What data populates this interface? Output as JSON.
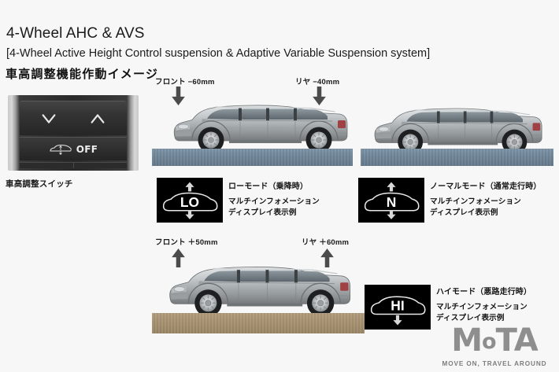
{
  "header": {
    "title": "4-Wheel AHC & AVS",
    "subtitle": "[4-Wheel Active Height Control suspension & Adaptive Variable Suspension system]",
    "jp_heading": "車高調整機能作動イメージ"
  },
  "switch_panel": {
    "down_icon": "chevron-down-icon",
    "up_icon": "chevron-up-icon",
    "vehicle_icon": "vehicle-height-icon",
    "off_label": "OFF",
    "caption": "車高調整スイッチ"
  },
  "scenes": [
    {
      "id": "low-mode-scene",
      "front_label": "フロント −60mm",
      "rear_label": "リヤ −40mm",
      "arrow_direction": "down",
      "ground": "road"
    },
    {
      "id": "normal-mode-scene",
      "front_label": "",
      "rear_label": "",
      "arrow_direction": "none",
      "ground": "road"
    },
    {
      "id": "high-mode-scene",
      "front_label": "フロント ＋50mm",
      "rear_label": "リヤ ＋60mm",
      "arrow_direction": "up",
      "ground": "dirt"
    }
  ],
  "mid_displays": [
    {
      "id": "mid-low",
      "mode_text": "LO",
      "title": "ローモード（乗降時）",
      "note_line1": "マルチインフォメーション",
      "note_line2": "ディスプレイ表示例",
      "arrow_up": true,
      "arrow_down": true
    },
    {
      "id": "mid-normal",
      "mode_text": "N",
      "title": "ノーマルモード（通常走行時）",
      "note_line1": "マルチインフォメーション",
      "note_line2": "ディスプレイ表示例",
      "arrow_up": true,
      "arrow_down": true
    },
    {
      "id": "mid-high",
      "mode_text": "HI",
      "title": "ハイモード（悪路走行時）",
      "note_line1": "マルチインフォメーション",
      "note_line2": "ディスプレイ表示例",
      "arrow_up": false,
      "arrow_down": true
    }
  ],
  "watermark": {
    "logo_m": "M",
    "logo_o": "o",
    "logo_ta": "TA",
    "tagline": "MOVE ON, TRAVEL AROUND"
  },
  "colors": {
    "background": "#f7f7f7",
    "road": "#6f8698",
    "dirt": "#a5906f",
    "arrow": "#4b4b4b",
    "display_bg": "#000000",
    "display_fg": "#ffffff",
    "watermark": "#8e8e8e"
  }
}
